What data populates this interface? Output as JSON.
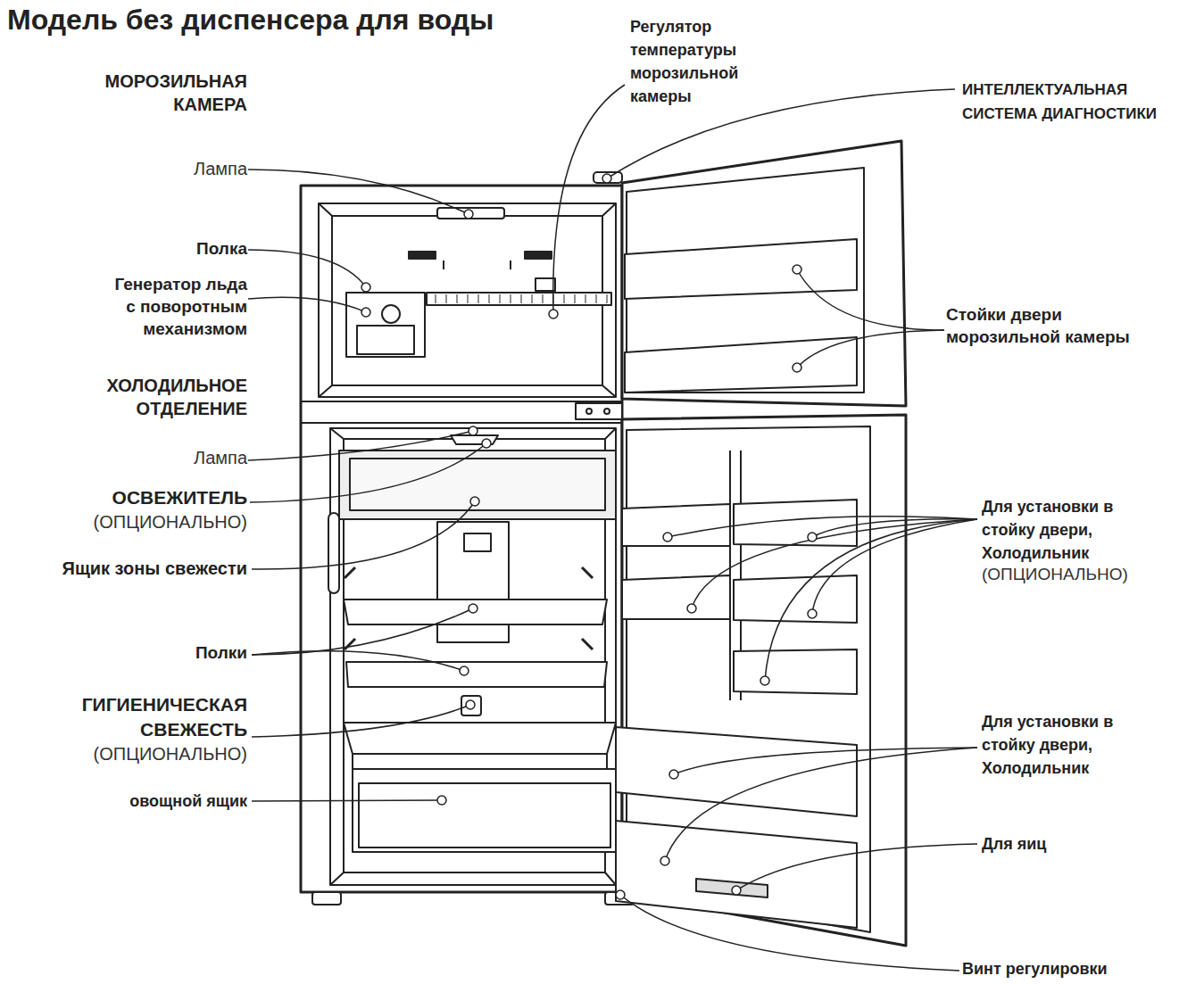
{
  "diagram": {
    "title": "Модель без диспенсера для воды",
    "labels": [
      "МОРОЗИЛЬНАЯ КАМЕРА",
      "Лампа",
      "Полка",
      "Генератор льда с поворотным механизмом",
      "ХОЛОДИЛЬНОЕ ОТДЕЛЕНИЕ",
      "Лампа",
      "ОСВЕЖИТЕЛЬ",
      "(ОПЦИОНАЛЬНО)",
      "Ящик зоны свежести",
      "Полки",
      "ГИГИЕНИЧЕСКАЯ СВЕЖЕСТЬ",
      "(ОПЦИОНАЛЬНО)",
      "овощной ящик",
      "Регулятор температуры морозильной камеры",
      "ИНТЕЛЛЕКТУАЛЬНАЯ СИСТЕМА ДИАГНОСТИКИ",
      "Стойки двери морозильной камеры",
      "Для установки в стойку двери, Холодильник",
      "(ОПЦИОНАЛЬНО)",
      "Для установки в стойку двери, Холодильник",
      "Для яиц",
      "Винт регулировки"
    ]
  }
}
